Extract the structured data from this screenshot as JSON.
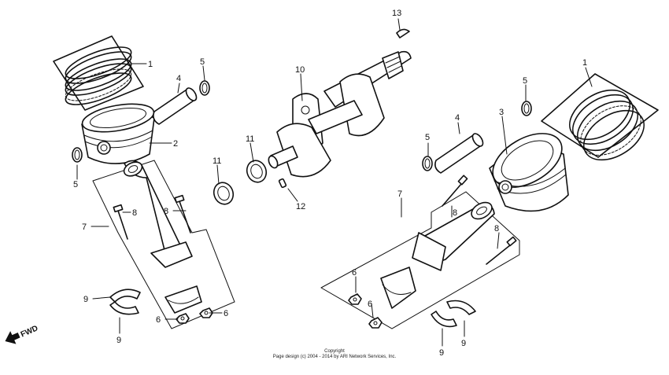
{
  "diagram": {
    "callouts": [
      {
        "id": "c1a",
        "text": "1"
      },
      {
        "id": "c1b",
        "text": "1"
      },
      {
        "id": "c2",
        "text": "2"
      },
      {
        "id": "c3",
        "text": "3"
      },
      {
        "id": "c4a",
        "text": "4"
      },
      {
        "id": "c4b",
        "text": "4"
      },
      {
        "id": "c5a",
        "text": "5"
      },
      {
        "id": "c5b",
        "text": "5"
      },
      {
        "id": "c5c",
        "text": "5"
      },
      {
        "id": "c5d",
        "text": "5"
      },
      {
        "id": "c6a",
        "text": "6"
      },
      {
        "id": "c6b",
        "text": "6"
      },
      {
        "id": "c6c",
        "text": "6"
      },
      {
        "id": "c6d",
        "text": "6"
      },
      {
        "id": "c7a",
        "text": "7"
      },
      {
        "id": "c7b",
        "text": "7"
      },
      {
        "id": "c8a",
        "text": "8"
      },
      {
        "id": "c8b",
        "text": "8"
      },
      {
        "id": "c8c",
        "text": "8"
      },
      {
        "id": "c8d",
        "text": "8"
      },
      {
        "id": "c9a",
        "text": "9"
      },
      {
        "id": "c9b",
        "text": "9"
      },
      {
        "id": "c9c",
        "text": "9"
      },
      {
        "id": "c9d",
        "text": "9"
      },
      {
        "id": "c10",
        "text": "10"
      },
      {
        "id": "c11a",
        "text": "11"
      },
      {
        "id": "c11b",
        "text": "11"
      },
      {
        "id": "c12",
        "text": "12"
      },
      {
        "id": "c13",
        "text": "13"
      }
    ],
    "direction_label": "FWD",
    "copyright_line1": "Copyright",
    "copyright_line2": "Page design (c) 2004 - 2014 by ARI Network Services, Inc."
  },
  "colors": {
    "ink": "#111111",
    "background": "#ffffff"
  }
}
